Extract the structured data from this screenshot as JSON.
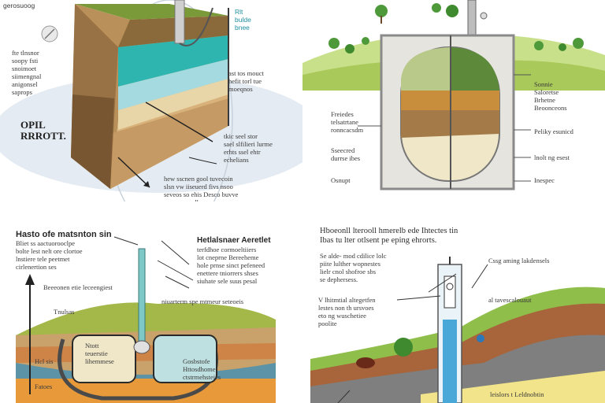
{
  "panels": [
    {
      "id": "top-left",
      "labels": {
        "tl": "gerosuoog",
        "right_a": "Rlt\nbulde\nbnee",
        "left_list": "fte tlnsnor\nsoopy fsti\nsnoimoet\nsiimengnal\nanigonsel\nsaprops",
        "mid_a": "ast tos  mouct\nhefit torl tue\nmoeqnos",
        "title": "OPIL\nRRROTT.",
        "mid_b": "tkic seel stor\nsael slfilieri lurme\nerhts ssel ehtr\nechelians",
        "bottom": "hew sscnen gool tuvecoin\nslsn vw iiseuerd fivs nsoo\nseveos so ehis Desco buvve\nsoeme peaelhas ownpacs."
      }
    },
    {
      "id": "top-right",
      "labels": {
        "left_a": "Freiedes\ntelsatrtane\nronncacsdm",
        "right_a": "Sonnie\nSaloretse\nBrhetne\nBeoonceons",
        "right_b": "Peliky esunicd",
        "left_b": "Sseecred\ndurrse ibes",
        "right_c": "lnolt ng esest",
        "left_c": "Osnupt",
        "right_d": "Inespec"
      }
    },
    {
      "id": "bottom-left",
      "labels": {
        "title": "Hasto ofe matsnton sin",
        "left_a": "Bliet ss aactuorooclpe\nbolte lest nelt ore clortoe\nlnstiere tele peetmet\ncirlenertion ses",
        "right_head": "Hetlalsnaer Aeretlet",
        "right_a": "terfdhoe cormoeltiiers\nlot cneprne  Bereeheme\nhole prnse  sinct pefeneed\nenettere tniorrers shses\nsiuhate sele  suus pesal",
        "mid": "Beeeonen etie leceengiest",
        "right_b": "niuarterm spe mtmeur seteoeis",
        "ground": "Tnulsas",
        "left_b": "Hcl sis",
        "box": "Ntott\nteuerstie\nlihemmese",
        "right_c": "Gosbstofe\nHttosdhome\nctstrmehsteies",
        "left_c": "Fatoes"
      }
    },
    {
      "id": "bottom-right",
      "labels": {
        "title": "Hboeonll lterooll hmerelb ede Ihtectes tin\nIbas tu lter otlsent pe eping ehrorts.",
        "left_a": "Se alde- mod cdilice lolc\npiite lulther wopnestes\nlielr cnol shofroe sbs\nse dephersess.",
        "right_a": "Cssg aming lakdensels",
        "mid": "V lhitmtial altegetfen\nlestes non th ursvoes\neto ng wuschetiee\npoolite",
        "right_b": "al tavescalouaut",
        "bottom": "leislors t Leldnobtin"
      }
    }
  ]
}
